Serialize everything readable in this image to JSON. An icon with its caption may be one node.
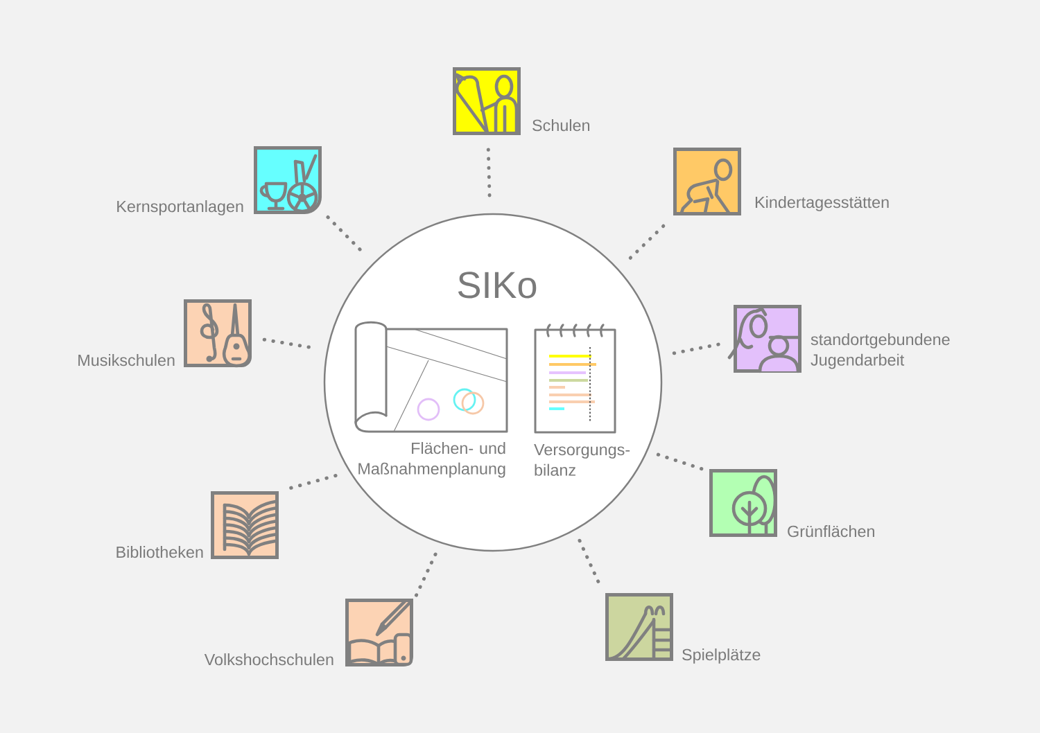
{
  "diagram": {
    "nodes": [
      {
        "text": [
          "SIKo"
        ]
      },
      {
        "text": [],
        "shape": "picture",
        "in": 0,
        "beside": [
          "Flächen- und Maßnahmenplanung"
        ]
      },
      {
        "text": [],
        "shape": "picture",
        "in": 0,
        "beside": [
          "Versorgungs- bilanz"
        ]
      },
      {
        "text": [],
        "shape": "picture",
        "beside": [
          "Schulen"
        ]
      },
      {
        "text": [],
        "shape": "picture",
        "beside": [
          "Kindertagesstätten"
        ]
      },
      {
        "text": [],
        "shape": "picture",
        "beside": [
          "standortgebundene Jugendarbeit"
        ]
      },
      {
        "text": [],
        "shape": "picture",
        "beside": [
          "Grünflächen"
        ]
      },
      {
        "text": [],
        "shape": "picture",
        "beside": [
          "Spielplätze"
        ]
      },
      {
        "text": [],
        "shape": "picture",
        "beside": [
          "Volkshochschulen"
        ]
      },
      {
        "text": [],
        "shape": "picture",
        "beside": [
          "Bibliotheken"
        ]
      },
      {
        "text": [],
        "shape": "picture",
        "beside": [
          "Musikschulen"
        ]
      },
      {
        "text": [],
        "shape": "picture",
        "beside": [
          "Kernsportanlagen"
        ]
      }
    ],
    "edges": [
      {
        "from": 0,
        "to": 3,
        "arrow": "none"
      },
      {
        "from": 0,
        "to": 4,
        "arrow": "none"
      },
      {
        "from": 0,
        "to": 5,
        "arrow": "none"
      },
      {
        "from": 0,
        "to": 6,
        "arrow": "none"
      },
      {
        "from": 0,
        "to": 7,
        "arrow": "none"
      },
      {
        "from": 0,
        "to": 8,
        "arrow": "none"
      },
      {
        "from": 0,
        "to": 9,
        "arrow": "none"
      },
      {
        "from": 0,
        "to": 10,
        "arrow": "none"
      },
      {
        "from": 0,
        "to": 11,
        "arrow": "none"
      }
    ]
  }
}
